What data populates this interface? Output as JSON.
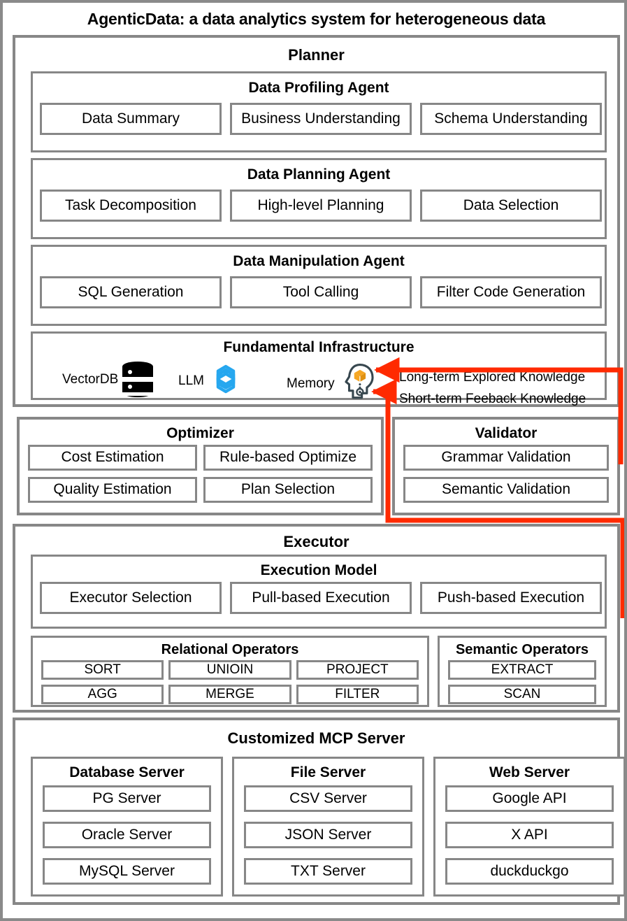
{
  "title": "AgenticData: a data analytics system for heterogeneous data",
  "accent_color": "#FF2A00",
  "border_color": "#878787",
  "planner": {
    "title": "Planner",
    "agents": [
      {
        "title": "Data Profiling Agent",
        "items": [
          "Data Summary",
          "Business Understanding",
          "Schema Understanding"
        ]
      },
      {
        "title": "Data Planning Agent",
        "items": [
          "Task Decomposition",
          "High-level Planning",
          "Data Selection"
        ]
      },
      {
        "title": "Data Manipulation Agent",
        "items": [
          "SQL Generation",
          "Tool Calling",
          "Filter Code Generation"
        ]
      }
    ],
    "infrastructure": {
      "title": "Fundamental Infrastructure",
      "items": [
        {
          "label": "VectorDB",
          "icon": "database-icon"
        },
        {
          "label": "LLM",
          "icon": "openai-logo-icon"
        },
        {
          "label": "Memory",
          "icon": "memory-head-icon"
        }
      ],
      "knowledge_labels": [
        "Long-term Explored Knowledge",
        "Short-term Feeback Knowledge"
      ]
    }
  },
  "optimizer": {
    "title": "Optimizer",
    "items": [
      "Cost Estimation",
      "Rule-based Optimize",
      "Quality Estimation",
      "Plan Selection"
    ]
  },
  "validator": {
    "title": "Validator",
    "items": [
      "Grammar Validation",
      "Semantic Validation"
    ]
  },
  "executor": {
    "title": "Executor",
    "execution_model": {
      "title": "Execution Model",
      "items": [
        "Executor Selection",
        "Pull-based Execution",
        "Push-based Execution"
      ]
    },
    "relational_operators": {
      "title": "Relational Operators",
      "items": [
        "SORT",
        "UNIOIN",
        "PROJECT",
        "AGG",
        "MERGE",
        "FILTER"
      ]
    },
    "semantic_operators": {
      "title": "Semantic Operators",
      "items": [
        "EXTRACT",
        "SCAN"
      ]
    }
  },
  "mcp": {
    "title": "Customized MCP Server",
    "columns": [
      {
        "title": "Database Server",
        "items": [
          "PG Server",
          "Oracle Server",
          "MySQL Server"
        ]
      },
      {
        "title": "File Server",
        "items": [
          "CSV Server",
          "JSON Server",
          "TXT Server"
        ]
      },
      {
        "title": "Web Server",
        "items": [
          "Google API",
          "X API",
          "duckduckgo"
        ]
      }
    ]
  }
}
